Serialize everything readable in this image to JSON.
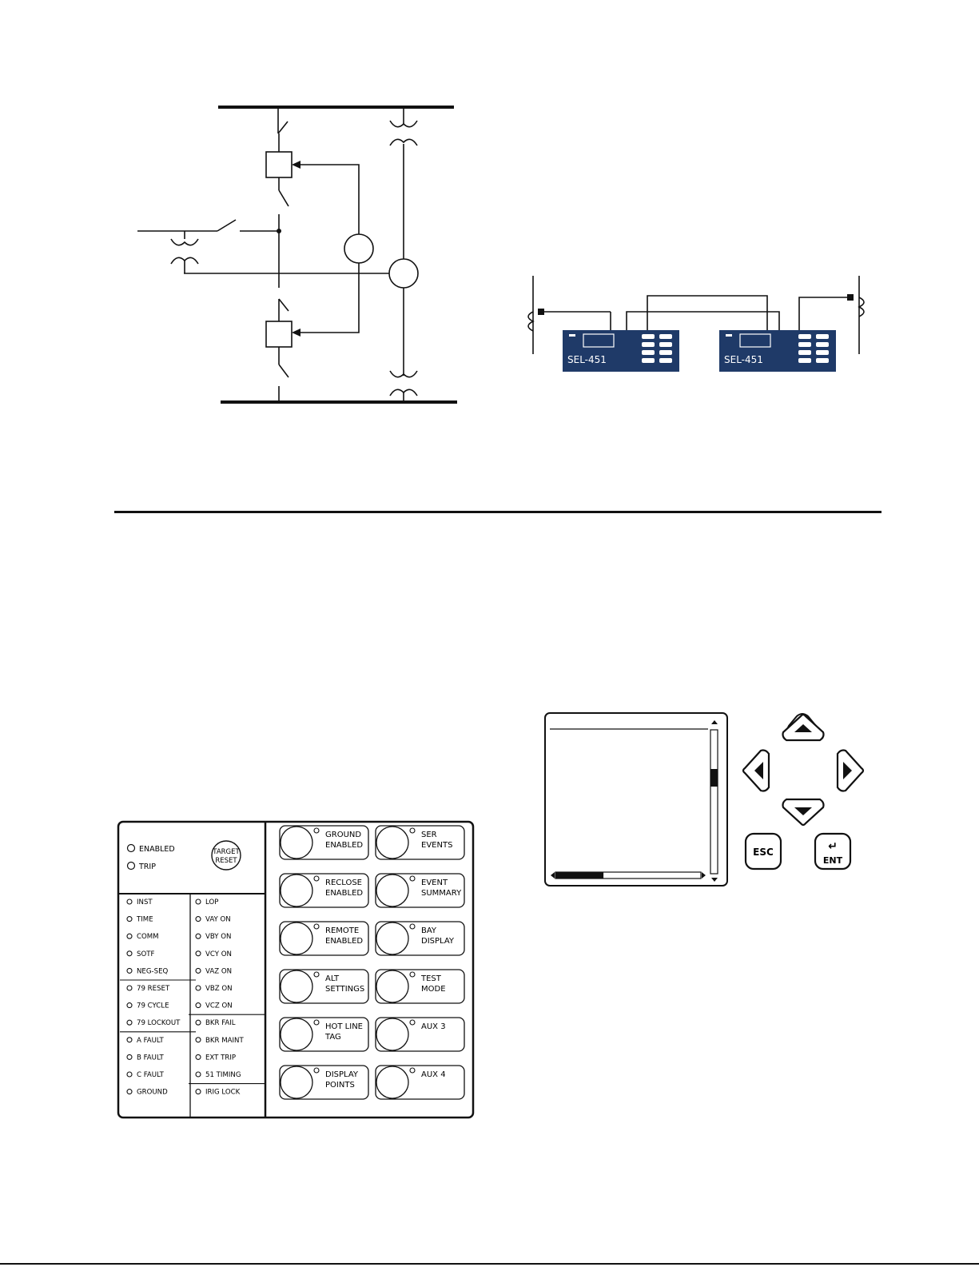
{
  "relay_units": {
    "left_label": "SEL-451",
    "right_label": "SEL-451",
    "panel_color": "#1f3a68"
  },
  "front_panel": {
    "status_leds": [
      {
        "label": "ENABLED"
      },
      {
        "label": "TRIP"
      }
    ],
    "target_reset": {
      "line1": "TARGET",
      "line2": "RESET"
    },
    "left_column": [
      "INST",
      "TIME",
      "COMM",
      "SOTF",
      "NEG-SEQ",
      "79 RESET",
      "79 CYCLE",
      "79 LOCKOUT",
      "A FAULT",
      "B FAULT",
      "C FAULT",
      "GROUND"
    ],
    "right_column": [
      "LOP",
      "VAY ON",
      "VBY ON",
      "VCY ON",
      "VAZ ON",
      "VBZ ON",
      "VCZ ON",
      "BKR FAIL",
      "BKR MAINT",
      "EXT TRIP",
      "51 TIMING",
      "IRIG LOCK"
    ],
    "pushbuttons": [
      {
        "line1": "GROUND",
        "line2": "ENABLED"
      },
      {
        "line1": "SER",
        "line2": "EVENTS"
      },
      {
        "line1": "RECLOSE",
        "line2": "ENABLED"
      },
      {
        "line1": "EVENT",
        "line2": "SUMMARY"
      },
      {
        "line1": "REMOTE",
        "line2": "ENABLED"
      },
      {
        "line1": "BAY",
        "line2": "DISPLAY"
      },
      {
        "line1": "ALT",
        "line2": "SETTINGS"
      },
      {
        "line1": "TEST",
        "line2": "MODE"
      },
      {
        "line1": "HOT LINE",
        "line2": "TAG"
      },
      {
        "line1": "AUX 3",
        "line2": ""
      },
      {
        "line1": "DISPLAY",
        "line2": "POINTS"
      },
      {
        "line1": "AUX 4",
        "line2": ""
      }
    ]
  },
  "navigation": {
    "esc_label": "ESC",
    "enter_label": "ENT",
    "enter_icon": "↵",
    "horizontal_scroll_fraction": 0.33
  }
}
